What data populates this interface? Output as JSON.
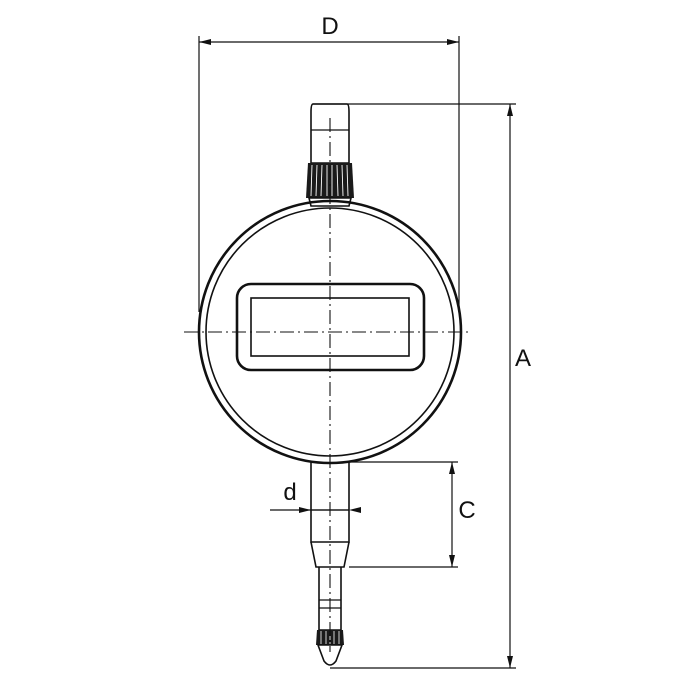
{
  "dimensions": {
    "D": "D",
    "A": "A",
    "C": "C",
    "d": "d"
  },
  "colors": {
    "line": "#111111",
    "background": "#ffffff",
    "knurl": "#1a1a1a"
  }
}
